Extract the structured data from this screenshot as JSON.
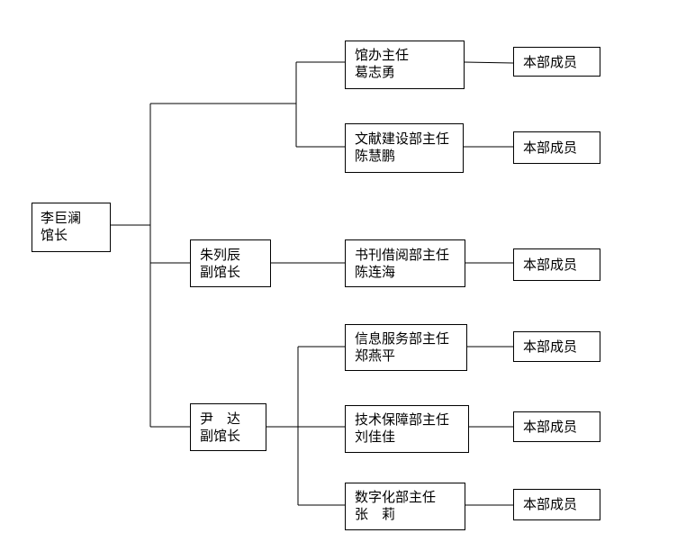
{
  "director": {
    "name": "李巨澜",
    "title": "馆长"
  },
  "deputies": [
    {
      "name": "朱列辰",
      "title": "副馆长"
    },
    {
      "name": "尹　达",
      "title": "副馆长"
    }
  ],
  "departments": [
    {
      "role": "馆办主任",
      "name": "葛志勇",
      "members": "本部成员"
    },
    {
      "role": "文献建设部主任",
      "name": "陈慧鹏",
      "members": "本部成员"
    },
    {
      "role": "书刊借阅部主任",
      "name": "陈连海",
      "members": "本部成员"
    },
    {
      "role": "信息服务部主任",
      "name": "郑燕平",
      "members": "本部成员"
    },
    {
      "role": "技术保障部主任",
      "name": "刘佳佳",
      "members": "本部成员"
    },
    {
      "role": "数字化部主任",
      "name": "张　莉",
      "members": "本部成员"
    }
  ],
  "line_color": "#000000"
}
